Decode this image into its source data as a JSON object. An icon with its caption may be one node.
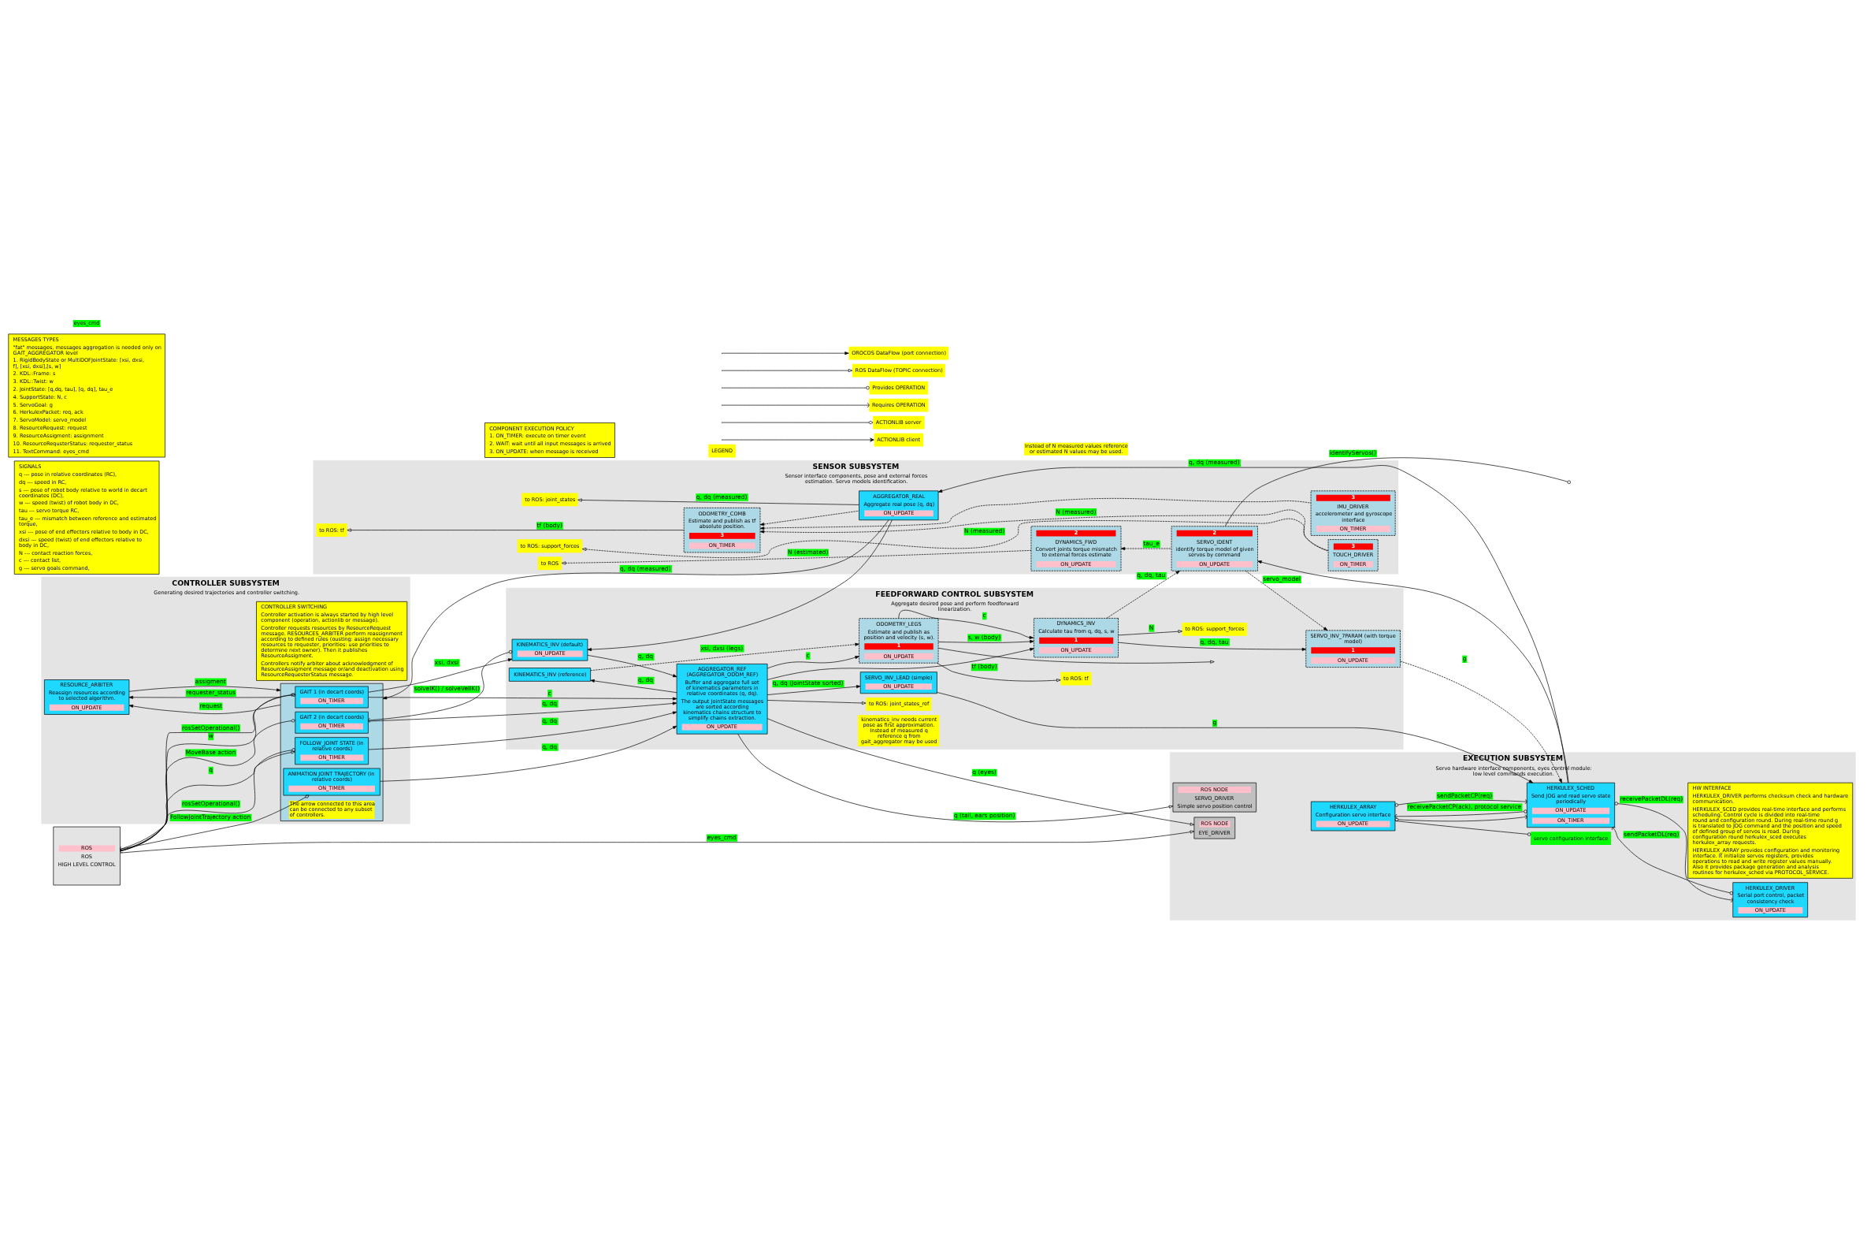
{
  "diagram": {
    "nodes": [
      {
        "text": [
          "CONTROLLER SUBSYSTEM",
          "Generating desired trajectories and controller switching."
        ]
      },
      {
        "text": [
          "CONTROLLER SWITCHING",
          "Controller activation is always started by high level component (operation, actionlib or message).",
          "Controller requests resources by ResourceRequest message. RESOURCES_ARBITER perform reassignment according to defined rules (ousting: assign necessary resources to requester, priorities: use priorities to determine next owner). Then it publishes ResourceAssigment.",
          "Controllers notify arbiter about acknowledgment of ResourceAssigment message or/and deactivation using ResourceRequesterStatus message."
        ],
        "in": 0
      },
      {
        "text": [
          "RESOURCE_ARBITER",
          "Reassign resources according to selected algorithm.",
          "ON_UPDATE"
        ],
        "in": 0
      },
      {
        "text": [
          "The arrow connected to this area can be connected to any subset of controllers."
        ],
        "in": 0
      },
      {
        "text": [
          "GAIT 1 (in decart coords)",
          "ON_TIMER"
        ],
        "in": 3
      },
      {
        "text": [
          "GAIT 2 (in decart coords)",
          "ON_TIMER"
        ],
        "in": 3
      },
      {
        "text": [
          "FOLLOW_JOINT STATE (in relative coords)",
          "ON_TIMER"
        ],
        "in": 3
      },
      {
        "text": [
          "ANIMATION JOINT TRAJECTORY (in relative coords)",
          "ON_TIMER"
        ],
        "in": 3
      },
      {
        "text": [
          "ROS",
          "ROS",
          "HIGH LEVEL CONTROL"
        ]
      },
      {
        "text": [
          "COMPONENT EXECUTION POLICY",
          "1. ON_TIMER: execute on timer event",
          "2. WAIT: wait until all input messages is arrived",
          "3. ON_UPDATE: when message is received"
        ]
      },
      {
        "text": [
          "FEEDFORWARD CONTROL SUBSYSTEM",
          "Aggregate desired pose and perform feedforward linearization."
        ]
      },
      {
        "text": [
          "KINEMATICS_INV (default)",
          "ON_UPDATE"
        ],
        "in": 10
      },
      {
        "text": [
          "AGGREGATOR_REF (AGGREGATOR_ODOM_REF)",
          "Buffer and aggregate full set of kinematics parameters in relative coordinates (q, dq).",
          "The output JointState messages are sorted according kinematics chains structure to simplify chains extraction.",
          "ON_UPDATE"
        ],
        "in": 10
      },
      {
        "text": [
          "KINEMATICS_INV (reference)"
        ],
        "in": 10
      },
      {
        "text": [
          "kinematics_inv needs current pose as first approximation. Instead of measured q reference q from gait_aggregator may be used"
        ],
        "in": 10
      },
      {
        "text": [
          "SERVO_INV_LEAD (simple)",
          "ON_UPDATE"
        ],
        "in": 10
      },
      {
        "text": [
          "DYNAMICS_INV",
          "Calculate tau from q, dq, s, w",
          "1",
          "ON_UPDATE"
        ],
        "in": 10
      },
      {
        "text": [
          "SERVO_INV_7PARAM (with torque model)",
          "1",
          "ON_UPDATE"
        ],
        "in": 10
      },
      {
        "text": [
          "ODOMETRY_LEGS",
          "Estimate and publish as position and velocity (s, w).",
          "1",
          "ON_UPDATE"
        ],
        "in": 10
      },
      {
        "text": [
          "EXECUTION SUBSYSTEM",
          "Servo hardware interface components, eyes control module: low level commands execution."
        ]
      },
      {
        "text": [
          "ROS NODE",
          "SERVO_DRIVER",
          "Simple servo position control"
        ],
        "in": 19
      },
      {
        "text": [
          "HW INTERFACE",
          "HERKULEX_DRIVER performs checksum check and hardware communication.",
          "HERKULEX_SCED provides real-time interface and performs scheduling. Control cycle is divided into real-time round and configuration round. During real-time round g is translated to JOG command and the position and speed of defined group of servos is read. During configuration round herkulex_sced executes herkulex_array requests.",
          "HERKULEX_ARRAY provides configuration and monitoring interface. It initialize servos registers, provides operations to read and write register values manually. Also it provides package generation and analysis routines for herkulex_sched via PROTOCOL_SERVICE."
        ],
        "in": 19
      },
      {
        "text": [
          "HERKULEX_ARRAY",
          "Configuration servo interface",
          "ON_UPDATE"
        ],
        "in": 19
      },
      {
        "text": [
          "servo configuration interface"
        ],
        "in": 19
      },
      {
        "text": [
          "HERKULEX_SCHED",
          "Send JOG and read servo state periodically",
          "ON_UPDATE",
          "ON_TIMER"
        ],
        "in": 19
      },
      {
        "text": [
          "HERKULEX_DRIVER",
          "Serial port control, packet consistency check",
          "ON_UPDATE"
        ],
        "in": 19
      },
      {
        "text": [
          "ROS NODE",
          "EYE_DRIVER"
        ],
        "in": 19
      },
      {
        "text": [
          "SENSOR SUBSYSTEM",
          "Sensor interface components, pose and external forces estimation. Servo models identification."
        ]
      },
      {
        "text": [
          "2",
          "DYNAMICS_FWD",
          "Convert joints torque mismatch to external forces estimate",
          "ON_UPDATE"
        ],
        "in": 27
      },
      {
        "text": [
          "2",
          "SERVO_IDENT",
          "identify torque model of given servos by command",
          "ON_UPDATE"
        ],
        "in": 27
      },
      {
        "text": [
          "AGGREGATOR_REAL",
          "Aggregate real pose (q, dq)",
          "ON_UPDATE"
        ],
        "in": 27
      },
      {
        "text": [
          "ODOMETRY_COMB",
          "Estimate and publish as tf absolute position.",
          "3",
          "ON_TIMER"
        ],
        "in": 27
      },
      {
        "text": [
          "3",
          "TOUCH_DRIVER",
          "ON_TIMER"
        ],
        "in": 27
      },
      {
        "text": [
          "3",
          "IMU_DRIVER",
          "accelerometer and gyroscope interface",
          "ON_TIMER"
        ],
        "in": 27
      },
      {
        "text": [
          "SIGNALS",
          "q --- pose in relative coordinates (RC),",
          "dq --- speed in RC,",
          "s --- pose of robot body relative to world in decart coordinates (DC),",
          "w --- speed (twist) of robot body in DC,",
          "tau --- servo torque RC,",
          "tau_e --- mismatch between reference and estimated torque,",
          "xsi --- pose of end effectors relative to body in DC,",
          "dxsi --- speed (twist) of end effectors relative to body in DC,",
          "N --- contact reaction forces,",
          "c --- contact list,",
          "g --- servo goals command,"
        ]
      },
      {
        "text": [
          "MESSAGES TYPES",
          "\"fat\" messages, messages aggregation is needed only on GAIT_AGGREGATOR level",
          "1. RigidBodyState or MultiDOFJointState: [xsi, dxsi, f], [xsi, dxsi],[s, w]",
          "2. KDL::Frame: s",
          "3. KDL::Twist: w",
          "2. JointState: [q,dq, tau], [q, dq], tau_e",
          "4. SupportState: N, c",
          "5. ServoGoal: g",
          "6. HerkulexPacket: req, ack",
          "7. ServoModel: servo_model",
          "8. ResourceRequest: request",
          "9. ResourceAssigment: assignment",
          "10. ResourceRequsterStatus: requester_status",
          "11. TextCommand: eyes_cmd"
        ]
      },
      {
        "text": [
          "to ROS: joint_states_ref"
        ],
        "in": 10
      },
      {
        "text": [
          "to ROS: support_forces"
        ],
        "in": 10
      },
      {
        "text": [
          "to ROS: tf"
        ],
        "in": 10
      },
      {
        "text": [
          "to ROS"
        ],
        "in": 27
      },
      {
        "text": [
          "to ROS: joint_states"
        ],
        "in": 27
      },
      {
        "text": [
          "to ROS: support_forces"
        ],
        "in": 27
      },
      {
        "text": [
          "to ROS: tf"
        ],
        "in": 27
      }
    ],
    "edges": [
      {
        "from": 8,
        "to": 4,
        "arrow": "to",
        "label": "w"
      },
      {
        "from": 8,
        "to": 4,
        "arrow": "other",
        "label": "rosSetOperational()"
      },
      {
        "from": 8,
        "to": 5,
        "arrow": "other",
        "label": "MoveBase action"
      },
      {
        "from": 8,
        "to": 6,
        "arrow": "to",
        "label": "q"
      },
      {
        "from": 8,
        "to": 6,
        "arrow": "other",
        "label": "rosSetOperational()"
      },
      {
        "from": 8,
        "to": 7,
        "arrow": "other",
        "label": "FollowJointTrajectory action"
      },
      {
        "from": 2,
        "to": 3,
        "arrow": "to",
        "label": "assigment"
      },
      {
        "from": 3,
        "to": 2,
        "arrow": "to",
        "label": "request"
      },
      {
        "from": 3,
        "to": 2,
        "arrow": "to",
        "label": "requester_status"
      },
      {
        "from": 4,
        "to": 12,
        "arrow": "to",
        "label": "c"
      },
      {
        "from": 4,
        "to": 11,
        "arrow": "to",
        "label": "xsi, dxsi"
      },
      {
        "from": 5,
        "to": 11,
        "arrow": "other",
        "label": "solveIK() / solveVelIK()"
      },
      {
        "from": 5,
        "to": 12,
        "arrow": "to",
        "label": "q, dq"
      },
      {
        "from": 6,
        "to": 12,
        "arrow": "to",
        "label": "q, dq"
      },
      {
        "from": 7,
        "to": 12,
        "arrow": "to",
        "label": "q, dq"
      },
      {
        "from": 11,
        "to": 12,
        "arrow": "to",
        "label": "q, dq"
      },
      {
        "from": 12,
        "to": 36,
        "arrow": "to"
      },
      {
        "from": 12,
        "to": 20,
        "arrow": "to",
        "label": "q (tail, ears position)"
      },
      {
        "from": 12,
        "to": 15,
        "arrow": "to",
        "label": "q, dq (JointState sorted)"
      },
      {
        "from": 12,
        "to": 16,
        "arrow": "to"
      },
      {
        "from": 12,
        "to": 18,
        "arrow": "to",
        "label": "c"
      },
      {
        "from": 12,
        "to": 13,
        "arrow": "to",
        "label": "q, dq"
      },
      {
        "from": 12,
        "to": 26,
        "arrow": "to",
        "label": "q (eyes)"
      },
      {
        "from": 13,
        "to": 18,
        "arrow": "to",
        "label": "xsi, dxsi (legs)",
        "style": "dashed"
      },
      {
        "from": 16,
        "to": 17,
        "arrow": "to",
        "label": "q, dq, tau"
      },
      {
        "from": 16,
        "to": 37,
        "arrow": "to",
        "label": "N"
      },
      {
        "from": 18,
        "to": 16,
        "arrow": "to",
        "label": "c"
      },
      {
        "from": 18,
        "to": null,
        "arrow": "to"
      },
      {
        "from": 18,
        "to": 16,
        "arrow": "to",
        "label": "s, w (body)"
      },
      {
        "from": 18,
        "to": 38,
        "arrow": "to",
        "label": "tf (body)"
      },
      {
        "from": 15,
        "to": 24,
        "arrow": "to",
        "label": "g"
      },
      {
        "from": 17,
        "to": 24,
        "arrow": "to",
        "label": "g",
        "style": "dashed"
      },
      {
        "from": 16,
        "to": 29,
        "arrow": "to",
        "label": "q, dq, tau",
        "style": "dashed"
      },
      {
        "from": 29,
        "to": 17,
        "arrow": "to",
        "label": "servo_model",
        "style": "dashed"
      },
      {
        "from": 22,
        "to": 23,
        "arrow": "other"
      },
      {
        "from": 22,
        "to": 24,
        "arrow": "other",
        "label": "receivePacketCP(ack), protocol service"
      },
      {
        "from": 24,
        "to": 22,
        "arrow": "other",
        "label": "sendPacketCP(req)"
      },
      {
        "from": 24,
        "to": 22,
        "arrow": "other"
      },
      {
        "from": 24,
        "to": 25,
        "arrow": "other",
        "label": "sendPacketDL(req)"
      },
      {
        "from": 25,
        "to": 24,
        "arrow": "other",
        "label": "receivePacketDL(req)"
      },
      {
        "from": 24,
        "to": 30,
        "arrow": "to",
        "label": "q, dq (measured)"
      },
      {
        "from": 24,
        "to": 29,
        "arrow": "to"
      },
      {
        "from": 8,
        "to": 26,
        "arrow": "to",
        "label": "eyes_cmd"
      },
      {
        "from": 29,
        "to": 28,
        "arrow": "to",
        "label": "tau_e",
        "style": "dashed"
      },
      {
        "from": 28,
        "to": 39,
        "arrow": "to",
        "label": "N (estimated)",
        "style": "dashed"
      },
      {
        "from": 29,
        "to": null,
        "arrow": "other",
        "label": "identifyServos()"
      },
      {
        "from": 30,
        "to": 40,
        "arrow": "to",
        "label": "q, dq (measured)"
      },
      {
        "from": 30,
        "to": 3,
        "arrow": "to",
        "label": "q, dq (measured)"
      },
      {
        "from": 30,
        "to": 11,
        "arrow": "to"
      },
      {
        "from": 30,
        "to": 31,
        "arrow": "to",
        "style": "dashed"
      },
      {
        "from": 32,
        "to": 41,
        "arrow": "to",
        "label": "N (measured)",
        "style": "dashed"
      },
      {
        "from": 32,
        "to": 31,
        "arrow": "to",
        "label": "N (measured)",
        "style": "dashed"
      },
      {
        "from": 33,
        "to": 31,
        "arrow": "to",
        "style": "dashed"
      },
      {
        "from": 31,
        "to": 42,
        "arrow": "to",
        "label": "tf (body)"
      }
    ],
    "labels": [
      "LEGEND",
      "eyes_cmd",
      "Instead of N measured values reference or estimated N values may be used."
    ],
    "legend": [
      {
        "text": "OROCOS DataFlow (port connection)"
      },
      {
        "text": "ROS DataFlow (TOPIC connection)"
      },
      {
        "text": "Provides OPERATION"
      },
      {
        "text": "Requires OPERATION"
      },
      {
        "text": "ACTIONLIB server"
      },
      {
        "text": "ACTIONLIB client"
      }
    ]
  }
}
